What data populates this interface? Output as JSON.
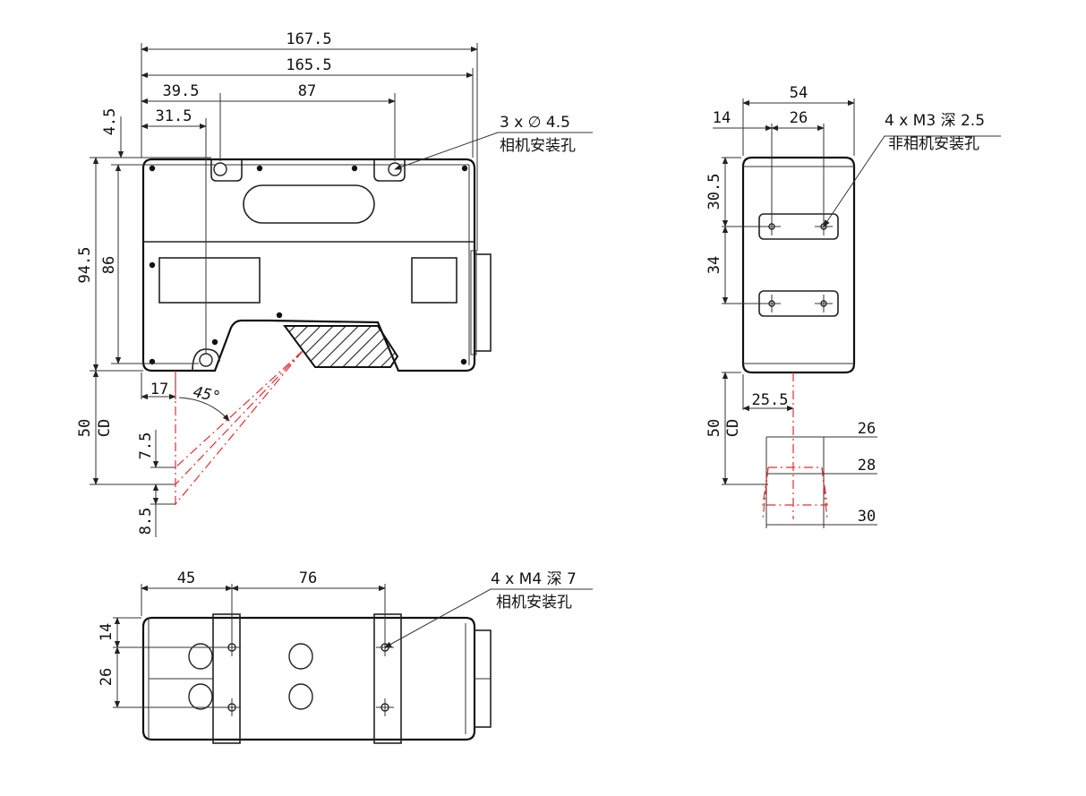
{
  "front_view": {
    "dims": {
      "overall_width": "167.5",
      "body_width": "165.5",
      "hole_left_offset": "39.5",
      "hole_spacing": "87",
      "lower_hole_offset": "31.5",
      "top_offset": "4.5",
      "overall_height": "94.5",
      "hole_height": "86",
      "laser_offset": "17",
      "angle": "45°",
      "cd_value": "50",
      "cd_label": "CD",
      "range_near": "7.5",
      "range_far": "8.5"
    },
    "callout_spec": "3 x ∅ 4.5",
    "callout_note": "相机安装孔"
  },
  "side_view": {
    "dims": {
      "width": "54",
      "left_offset": "14",
      "hole_spacing": "26",
      "upper_offset": "30.5",
      "vertical_spacing": "34",
      "beam_offset": "25.5",
      "cd_value": "50",
      "cd_label": "CD",
      "fov_near": "26",
      "fov_mid": "28",
      "fov_far": "30"
    },
    "callout_spec": "4 x  M3 深 2.5",
    "callout_note": "非相机安装孔"
  },
  "bottom_view": {
    "dims": {
      "left_offset": "45",
      "hole_spacing": "76",
      "top_offset": "14",
      "vertical_spacing": "26"
    },
    "callout_spec": "4 x M4 深 7",
    "callout_note": "相机安装孔"
  },
  "colors": {
    "line": "#222222",
    "laser": "#e03030"
  }
}
